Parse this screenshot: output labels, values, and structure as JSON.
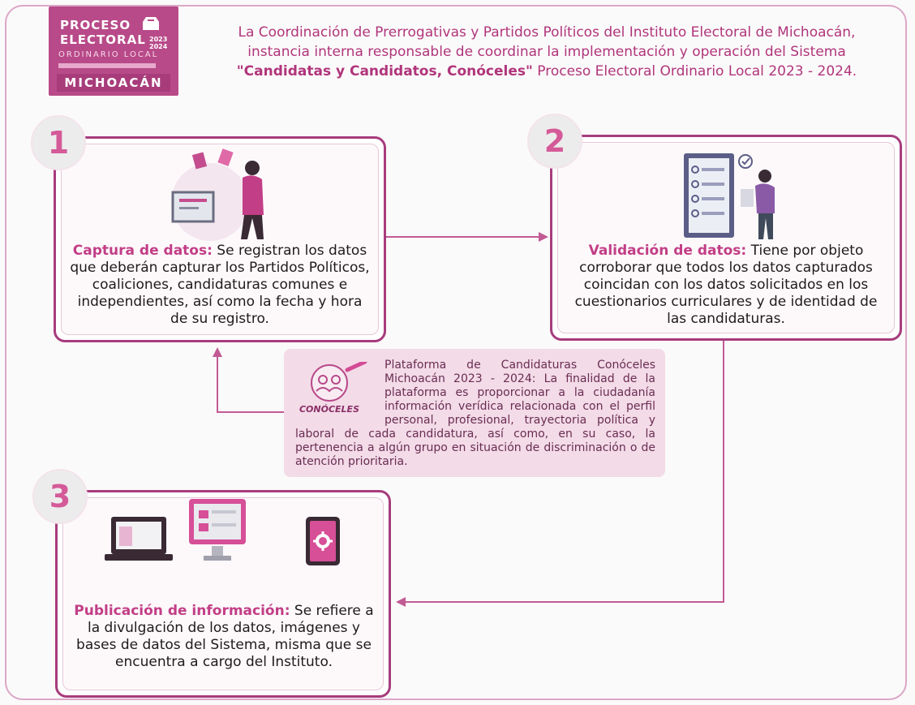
{
  "logo": {
    "line1": "PROCESO",
    "line2": "ELECTORAL",
    "year_top": "2023",
    "year_bottom": "2024",
    "line3": "ORDINARIO LOCAL",
    "line4": "MICHOACÁN"
  },
  "header": {
    "line1": "La Coordinación de Prerrogativas y Partidos Políticos del Instituto Electoral de Michoacán,",
    "line2": "instancia interna responsable de coordinar la implementación y operación del Sistema",
    "line3_em": "\"Candidatas y Candidatos, Conóceles\"",
    "line3_rest": " Proceso Electoral Ordinario Local 2023 - 2024."
  },
  "steps": [
    {
      "number": "1",
      "title": "Captura de datos:",
      "text": " Se registran los datos que deberán capturar los Partidos Políticos, coaliciones, candidaturas comunes e independientes, así como la fecha y hora de su registro."
    },
    {
      "number": "2",
      "title": "Validación de datos:",
      "text": " Tiene por objeto corroborar que todos los datos capturados coincidan con los datos solicitados en los cuestionarios curriculares y de identidad de las candidaturas."
    },
    {
      "number": "3",
      "title": "Publicación de información:",
      "text": " Se refiere a la divulgación de los datos, imágenes y bases de datos del Sistema, misma que se encuentra a cargo del Instituto."
    }
  ],
  "platform": {
    "logo_text": "CONÓCELES",
    "text": "Plataforma de Candidaturas Conóceles Michoacán 2023 - 2024: La finalidad de la plataforma es proporcionar a la ciudadanía información verídica relacionada con el perfil personal, profesional, trayectoria política y laboral de cada candidatura, así como, en su caso, la pertenencia a algún grupo en situación de discriminación o de atención prioritaria."
  },
  "colors": {
    "accent": "#a73c7d",
    "title_pink": "#c23e86",
    "header_pink": "#b0357b",
    "light_pink": "#f3dbe8"
  },
  "icons": [
    "ballot-box-icon",
    "woman-with-documents-illustration",
    "checklist-illustration",
    "laptop-icon",
    "monitor-icon",
    "smartphone-gear-icon",
    "conoceles-logo-icon"
  ]
}
